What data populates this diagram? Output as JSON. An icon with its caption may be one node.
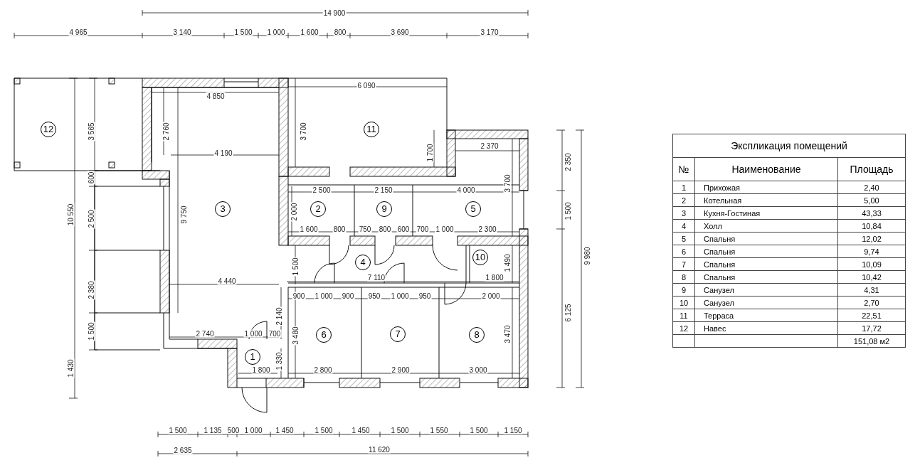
{
  "diagram": {
    "nodes": [
      {
        "text": [
          "12"
        ]
      },
      {
        "text": [
          "11"
        ]
      },
      {
        "text": [
          "3"
        ]
      },
      {
        "text": [
          "2"
        ]
      },
      {
        "text": [
          "9"
        ]
      },
      {
        "text": [
          "5"
        ]
      },
      {
        "text": [
          "10"
        ]
      },
      {
        "text": [
          "4"
        ]
      },
      {
        "text": [
          "6"
        ]
      },
      {
        "text": [
          "7"
        ]
      },
      {
        "text": [
          "8"
        ]
      },
      {
        "text": [
          "1"
        ]
      }
    ],
    "labels": [
      "14 900",
      "4 965",
      "3 140",
      "1 500",
      "1 000",
      "1 600",
      "800",
      "3 690",
      "3 170",
      "4 850",
      "6 090",
      "3 565",
      "2 760",
      "3 700",
      "1 700",
      "2 370",
      "2 350",
      "4 190",
      "3 700",
      "2 500",
      "2 150",
      "4 000",
      "600",
      "10 550",
      "2 500",
      "9 750",
      "2 000",
      "1 500",
      "9 980",
      "1 600",
      "800",
      "750",
      "800",
      "600",
      "700",
      "1 000",
      "2 300",
      "1 500",
      "1 490",
      "7 110",
      "1 800",
      "4 440",
      "2 380",
      "900",
      "1 000",
      "900",
      "950",
      "1 000",
      "950",
      "2 000",
      "2 140",
      "6 125",
      "1 500",
      "2 740",
      "1 000",
      "700",
      "3 480",
      "3 470",
      "1 330",
      "1 430",
      "1 800",
      "2 800",
      "2 900",
      "3 000",
      "1 500",
      "1 135",
      "500",
      "1 000",
      "1 450",
      "1 500",
      "1 450",
      "1 500",
      "1 550",
      "1 500",
      "1 150",
      "2 635",
      "11 620",
      "Экспликация помещений",
      "№",
      "Наименование",
      "Площадь",
      "1",
      "Прихожая",
      "2,40",
      "2",
      "Котельная",
      "5,00",
      "3",
      "Кухня-Гостиная",
      "43,33",
      "4",
      "Холл",
      "10,84",
      "5",
      "Спальня",
      "12,02",
      "6",
      "Спальня",
      "9,74",
      "7",
      "Спальня",
      "10,09",
      "8",
      "Спальня",
      "10,42",
      "9",
      "Санузел",
      "4,31",
      "10",
      "Санузел",
      "2,70",
      "11",
      "Терраса",
      "22,51",
      "12",
      "Навес",
      "17,72",
      "151,08 м2"
    ]
  }
}
